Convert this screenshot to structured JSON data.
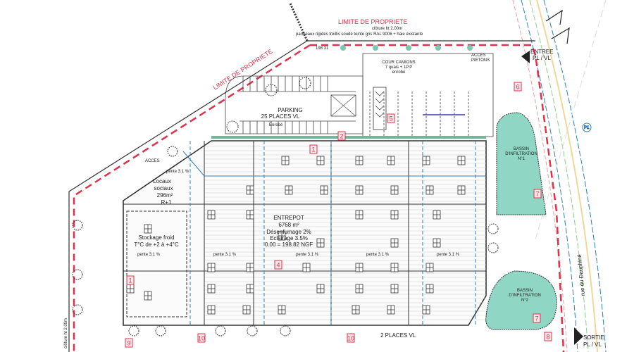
{
  "labels": {
    "property_limit_top": "LIMITE DE PROPRIETE",
    "property_limit_diag": "LIMITE DE PROPRIETE",
    "fence_height": "clôture ht 2.00m",
    "fence_desc": "panneaux rigides treillis soudé teinte gris RAL 9006 + haie existante",
    "pedestrian_access": [
      "ACCES",
      "PIETONS"
    ],
    "entry": [
      "ENTREE",
      "PL / VL"
    ],
    "exit": [
      "SORTIE",
      "PL / VL"
    ],
    "truck_yard": [
      "COUR CAMIONS",
      "7 quais + 1P.P",
      "enrobé"
    ],
    "parking": [
      "PARKING",
      "25 PLACES VL"
    ],
    "parking_surface": "Enrobé",
    "offices": [
      "Locaux",
      "sociaux",
      "296m²",
      "R+1"
    ],
    "cold_storage": [
      "Stockage froid",
      "T°C de +2 à +4°C"
    ],
    "warehouse": [
      "ENTREPOT",
      "6768 m²",
      "Désenfumage 2%",
      "Eclairage 3.5%",
      "0.00 = 198.82 NGF"
    ],
    "slope": "pente 3.1 %",
    "basin1": [
      "BASSIN",
      "D'INFILTRATION",
      "N°1"
    ],
    "basin2": [
      "BASSIN",
      "D'INFILTRATION",
      "N°2"
    ],
    "two_places": "2 PLACES VL",
    "street": "rue du Dauphiné",
    "fence_right": "clôture ht 2.00m",
    "elevation_top": "198.31",
    "access_left": "ACCES",
    "markers": [
      "1",
      "2",
      "4",
      "5",
      "6",
      "7",
      "7",
      "8",
      "9",
      "10",
      "10",
      "1"
    ],
    "north": "P1"
  },
  "colors": {
    "property_line": "#e0304a",
    "water": "#8fd6c4",
    "network_blue": "#2f7fbf",
    "line": "#333333"
  }
}
